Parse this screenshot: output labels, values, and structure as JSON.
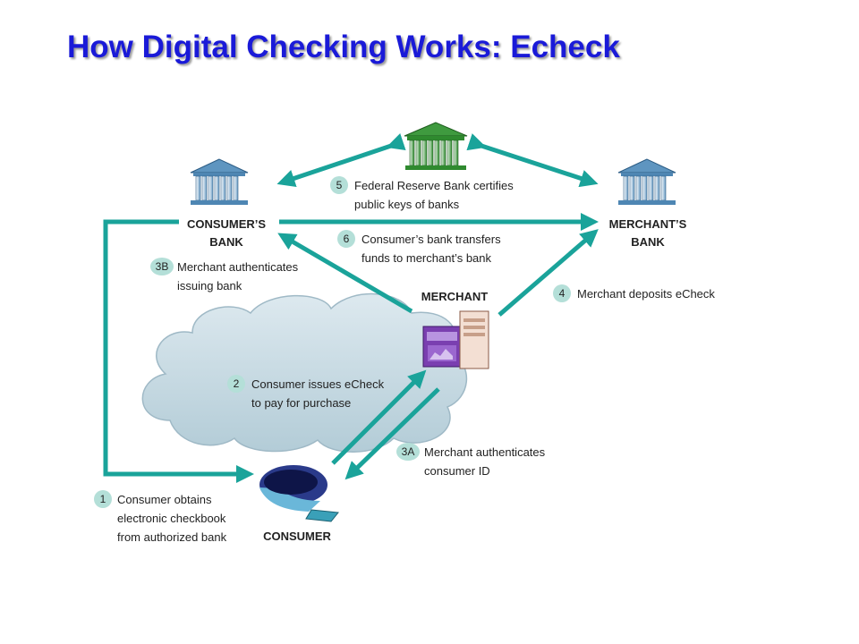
{
  "title": "How Digital Checking Works: Echeck",
  "colors": {
    "title": "#1a1ad8",
    "arrow": "#1aa39a",
    "badge": "#b4dfd8",
    "cloud": "#c6dbe3",
    "federal_bank": "#2f8a2f",
    "bank": "#4e86b3"
  },
  "nodes": {
    "consumers_bank": [
      "CONSUMER’S",
      "BANK"
    ],
    "merchants_bank": [
      "MERCHANT’S",
      "BANK"
    ],
    "merchant": "MERCHANT",
    "consumer": "CONSUMER"
  },
  "steps": {
    "s1": {
      "num": "1",
      "lines": [
        "Consumer obtains",
        "electronic checkbook",
        "from authorized bank"
      ]
    },
    "s2": {
      "num": "2",
      "lines": [
        "Consumer issues eCheck",
        "to pay for purchase"
      ]
    },
    "s3a": {
      "num": "3A",
      "lines": [
        "Merchant authenticates",
        "consumer ID"
      ]
    },
    "s3b": {
      "num": "3B",
      "lines": [
        "Merchant authenticates",
        "issuing bank"
      ]
    },
    "s4": {
      "num": "4",
      "lines": [
        "Merchant deposits eCheck"
      ]
    },
    "s5": {
      "num": "5",
      "lines": [
        "Federal Reserve Bank certifies",
        "public keys of banks"
      ]
    },
    "s6": {
      "num": "6",
      "lines": [
        "Consumer’s bank transfers",
        "funds to merchant’s bank"
      ]
    }
  }
}
